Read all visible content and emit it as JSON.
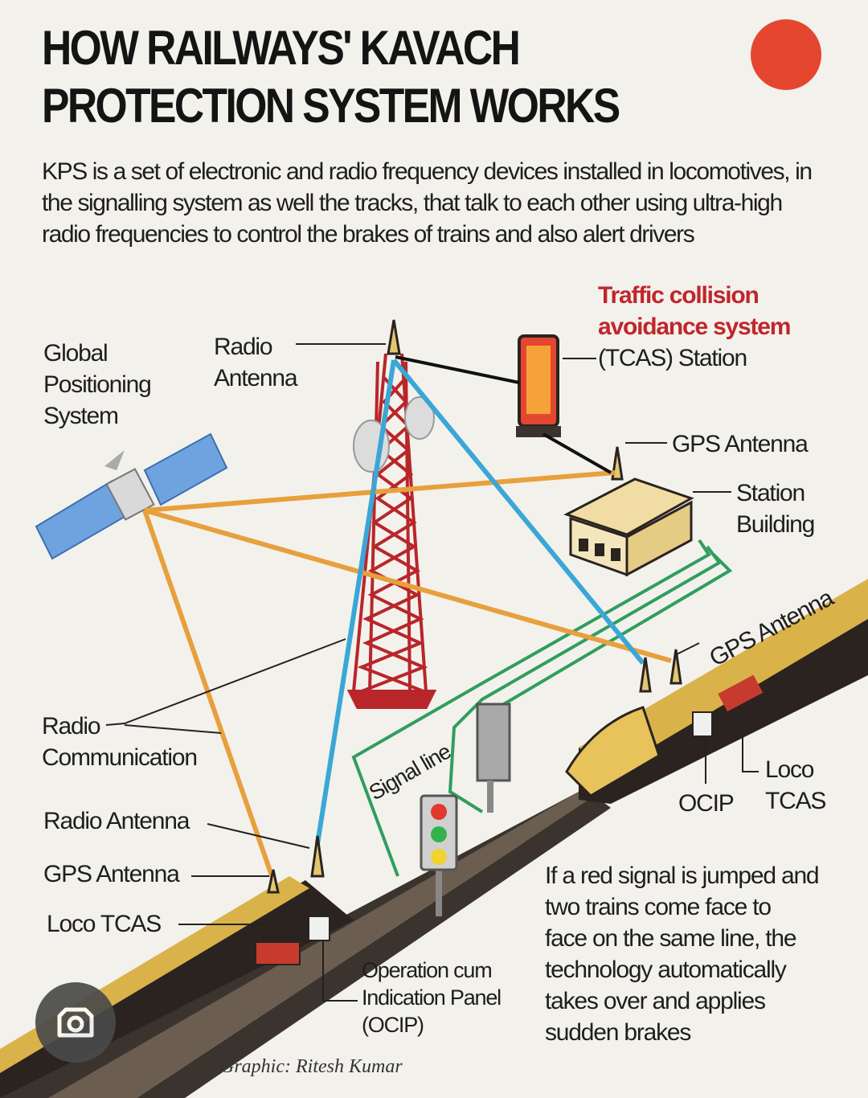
{
  "title": {
    "line1": "HOW RAILWAYS' KAVACH",
    "line2": "PROTECTION SYSTEM WORKS"
  },
  "intro": "KPS is a set of electronic and radio frequency devices installed in locomotives, in the signalling system as well the tracks, that talk to each other using ultra-high radio frequencies to control the brakes of trains and also alert drivers",
  "labels": {
    "gps_line1": "Global",
    "gps_line2": "Positioning",
    "gps_line3": "System",
    "radio_antenna_top_1": "Radio",
    "radio_antenna_top_2": "Antenna",
    "tcas_title_1": "Traffic collision",
    "tcas_title_2": "avoidance system",
    "tcas_title_3": "(TCAS) Station",
    "gps_antenna_station": "GPS Antenna",
    "station_building_1": "Station",
    "station_building_2": "Building",
    "gps_antenna_train_right": "GPS Antenna",
    "radio_comm_1": "Radio",
    "radio_comm_2": "Communication",
    "signal_line": "Signal line",
    "ocip_right": "OCIP",
    "loco_tcas_right_1": "Loco",
    "loco_tcas_right_2": "TCAS",
    "radio_antenna_left": "Radio Antenna",
    "gps_antenna_left": "GPS Antenna",
    "loco_tcas_left": "Loco TCAS",
    "ocip_left_1": "Operation cum",
    "ocip_left_2": "Indication Panel",
    "ocip_left_3": "(OCIP)",
    "footnote_1": "If a red signal is jumped and",
    "footnote_2": "two trains come face to",
    "footnote_3": "face on the same line, the",
    "footnote_4": "technology automatically",
    "footnote_5": "takes over and applies",
    "footnote_6": "sudden brakes"
  },
  "credit": "Graphic: Ritesh Kumar",
  "icons": {
    "publisher_logo": "publisher-logo-icon",
    "camera": "camera-lens-icon"
  },
  "colors": {
    "background": "#f3f1ec",
    "gps_link": "#e8a03c",
    "radio_link": "#3aa7d6",
    "signal_line": "#2f9e5f",
    "tower": "#b8262a",
    "accent_red": "#c0262b",
    "train_gold": "#d9b24a",
    "train_dark": "#2a2320"
  }
}
